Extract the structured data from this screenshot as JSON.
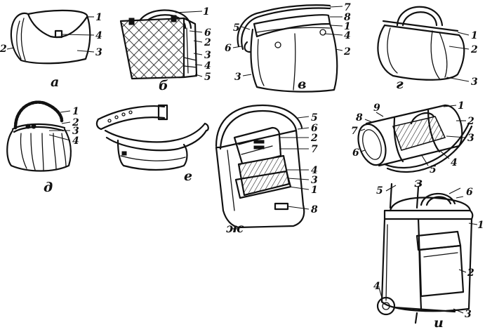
{
  "figures": {
    "a": {
      "caption": "а",
      "labels": {
        "l1": "1",
        "l2": "2",
        "l3": "3",
        "l4": "4"
      }
    },
    "b": {
      "caption": "б",
      "labels": {
        "l1": "1",
        "l2": "2",
        "l3": "3",
        "l4": "4",
        "l5": "5",
        "l6": "6"
      }
    },
    "v": {
      "caption": "в",
      "labels": {
        "l1": "1",
        "l2": "2",
        "l3": "3",
        "l4": "4",
        "l5": "5",
        "l6": "6",
        "l7": "7",
        "l8": "8"
      }
    },
    "g": {
      "caption": "г",
      "labels": {
        "l1": "1",
        "l2": "2",
        "l3": "3"
      }
    },
    "d": {
      "caption": "д",
      "labels": {
        "l1": "1",
        "l2": "2",
        "l3": "3",
        "l4": "4"
      }
    },
    "e": {
      "caption": "е",
      "labels": {}
    },
    "zh": {
      "caption": "ж",
      "labels": {
        "l1": "1",
        "l2": "2",
        "l3": "3",
        "l4": "4",
        "l5": "5",
        "l6": "6",
        "l7": "7",
        "l8": "8"
      }
    },
    "z": {
      "caption": "з",
      "labels": {
        "l1": "1",
        "l2": "2",
        "l3": "3",
        "l4": "4",
        "l5": "5",
        "l6": "6",
        "l7": "7",
        "l8": "8",
        "l9": "9"
      }
    },
    "i": {
      "caption": "и",
      "labels": {
        "l1": "1",
        "l2": "2",
        "l3": "3",
        "l4": "4",
        "l5": "5",
        "l6": "6"
      }
    }
  }
}
